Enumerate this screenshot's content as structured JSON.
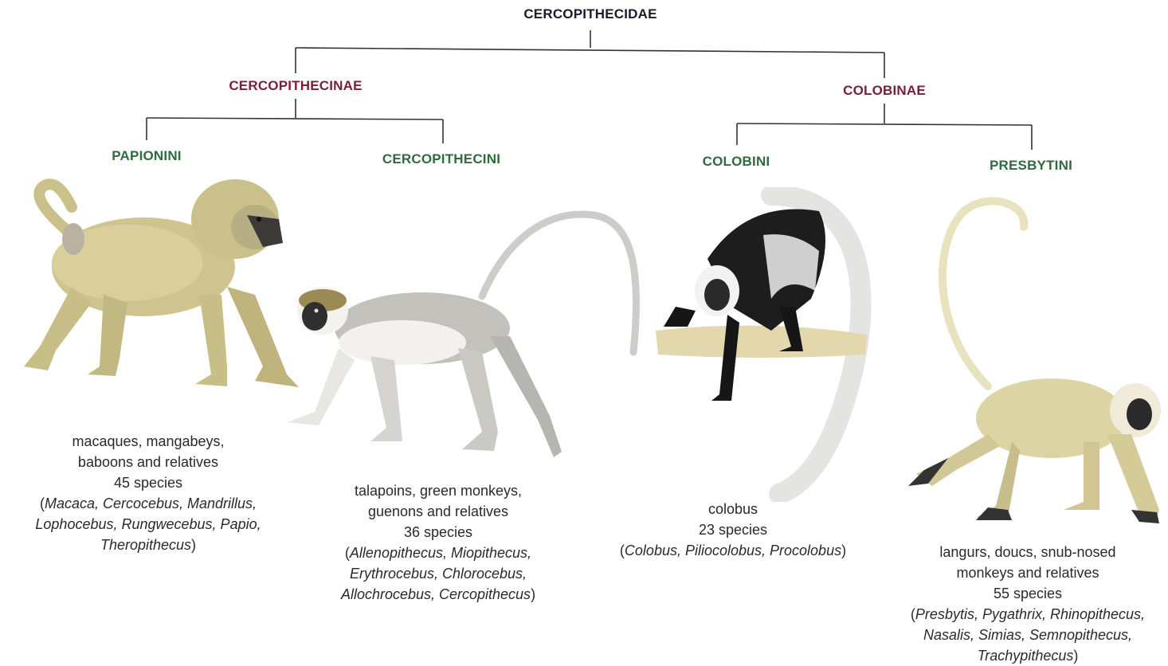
{
  "family": "CERCOPITHECIDAE",
  "subfamilies": [
    {
      "name": "CERCOPITHECINAE",
      "color": "#7a1f35"
    },
    {
      "name": "COLOBINAE",
      "color": "#7a1f35"
    }
  ],
  "tribes": [
    {
      "name": "PAPIONINI",
      "common_lines": [
        "macaques, mangabeys,",
        "baboons and relatives"
      ],
      "species": "45 species",
      "genera_lines": [
        "Macaca, Cercocebus, Mandrillus,",
        "Lophocebus, Rungwecebus, Papio,",
        "Theropithecus"
      ]
    },
    {
      "name": "CERCOPITHECINI",
      "common_lines": [
        "talapoins, green monkeys,",
        "guenons and relatives"
      ],
      "species": "36 species",
      "genera_lines": [
        "Allenopithecus, Miopithecus,",
        "Erythrocebus, Chlorocebus,",
        "Allochrocebus, Cercopithecus"
      ]
    },
    {
      "name": "COLOBINI",
      "common_lines": [
        "colobus"
      ],
      "species": "23 species",
      "genera_lines": [
        "Colobus, Piliocolobus, Procolobus"
      ]
    },
    {
      "name": "PRESBYTINI",
      "common_lines": [
        "langurs, doucs, snub-nosed",
        "monkeys and relatives"
      ],
      "species": "55 species",
      "genera_lines": [
        "Presbytis, Pygathrix, Rhinopithecus,",
        "Nasalis, Simias, Semnopithecus,",
        "Trachypithecus"
      ]
    }
  ],
  "colors": {
    "family": "#1b1b2a",
    "subfamily": "#7a1f35",
    "tribe": "#2f6b3c",
    "lines": "#333333"
  }
}
